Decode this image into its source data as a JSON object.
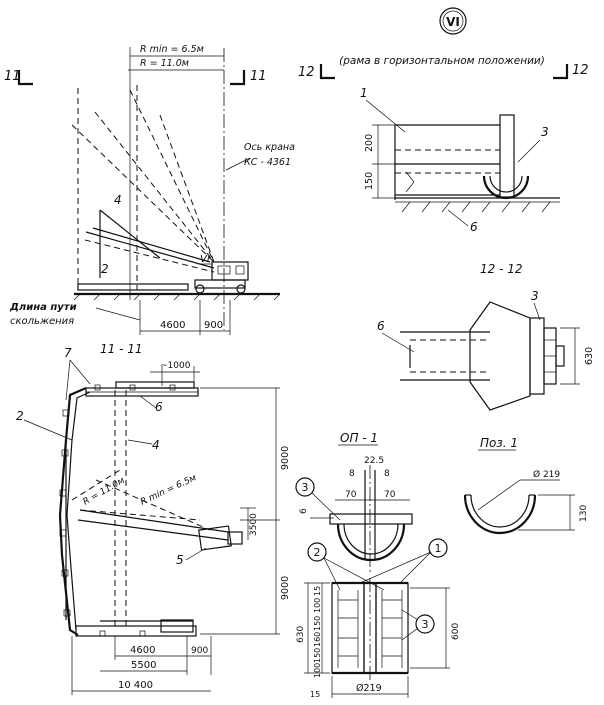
{
  "view_marker": "VI",
  "view_note": "(рама в горизонтальном положении)",
  "sections": {
    "s11_left": "11",
    "s11_right": "11",
    "s12_left": "12",
    "s12_right": "12",
    "s11_title": "11 - 11",
    "s12_title": "12 - 12"
  },
  "radius": {
    "rmin_top": "R min = 6.5м",
    "r_top": "R = 11.0м",
    "rmin_plan": "R min = 6.5м",
    "r_plan": "R = 11.0м"
  },
  "crane_axis": [
    "Ось крана",
    "КС - 4361"
  ],
  "rail_note": [
    "Длина пути",
    "скольжения"
  ],
  "callouts": {
    "c1_side": "1",
    "c2_elev": "2",
    "c3_side": "3",
    "c4_elev": "4",
    "c6_side": "6",
    "c6_sec": "6",
    "c3_sec": "3",
    "c7_plan": "7",
    "c2_plan": "2",
    "c4_plan": "4",
    "c6_plan": "6",
    "c5_plan": "5",
    "vi_small": "VI",
    "op_3": "3",
    "op_2": "2",
    "op_1": "1",
    "op_3b": "3"
  },
  "dims": {
    "d4600_elev": "4600",
    "d900_elev": "900",
    "d200": "200",
    "d150": "150",
    "d630_sec": "630",
    "d1000": "~1000",
    "d9000_a": "9000",
    "d9000_b": "9000",
    "d3500": "3500",
    "d4600_plan": "4600",
    "d5500": "5500",
    "d900_plan": "900",
    "d10400": "10 400",
    "d22_5": "22.5",
    "d8a": "8",
    "d8b": "8",
    "d70a": "70",
    "d70b": "70",
    "d6": "6",
    "d130": "130",
    "d219_top": "Ø 219",
    "d219_bot": "Ø219",
    "d630_op": "630",
    "d600_op": "600",
    "d15_top": "15",
    "d15_bot": "15",
    "col_dims": [
      "100",
      "150",
      "160",
      "150",
      "100"
    ]
  },
  "op_title": "ОП - 1",
  "poz_title": "Поз. 1"
}
